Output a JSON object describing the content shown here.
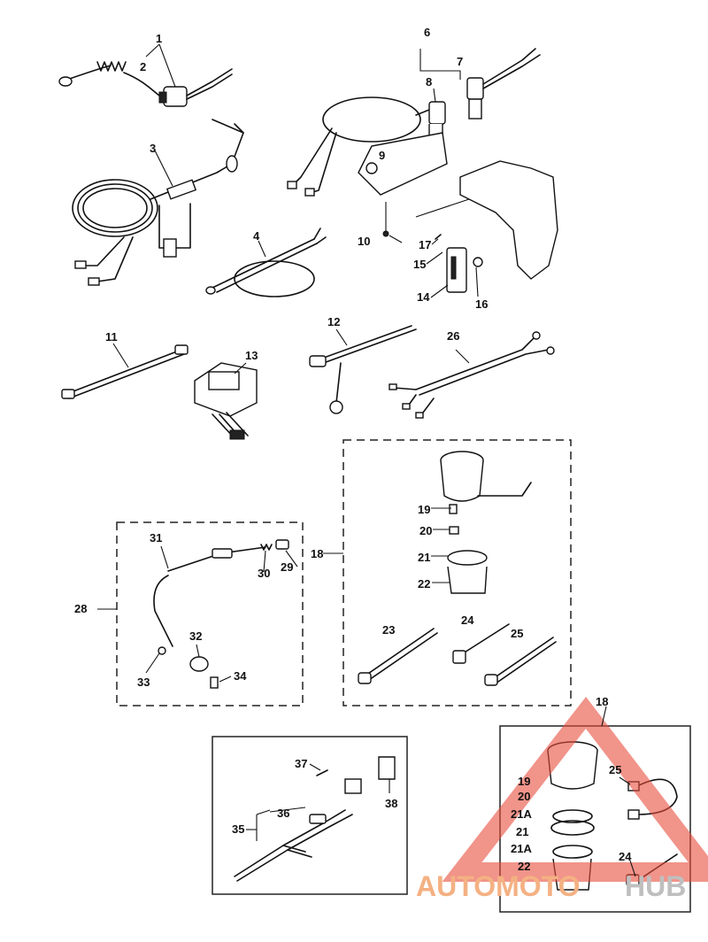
{
  "labels": {
    "l1": "1",
    "l2": "2",
    "l3": "3",
    "l4": "4",
    "l6": "6",
    "l7": "7",
    "l8": "8",
    "l9": "9",
    "l10": "10",
    "l11": "11",
    "l12": "12",
    "l13": "13",
    "l14": "14",
    "l15": "15",
    "l16": "16",
    "l17": "17",
    "l26": "26",
    "l18a": "18",
    "l19a": "19",
    "l20a": "20",
    "l21a": "21",
    "l22a": "22",
    "l23": "23",
    "l24a": "24",
    "l25a": "25",
    "l28": "28",
    "l29": "29",
    "l30": "30",
    "l31": "31",
    "l32": "32",
    "l33": "33",
    "l34": "34",
    "l35": "35",
    "l36": "36",
    "l37": "37",
    "l38": "38",
    "l18b": "18",
    "l25b": "25",
    "l19b": "19",
    "l20b": "20",
    "l21Ab1": "21A",
    "l21b": "21",
    "l21Ab2": "21A",
    "l22b": "22",
    "l24b": "24"
  },
  "watermark": {
    "part1": "AUTOMOTO",
    "part2": "HUB",
    "color_part1": "#f4b183",
    "color_part2": "#bfbfbf",
    "triangle_color": "#e74c3c"
  }
}
